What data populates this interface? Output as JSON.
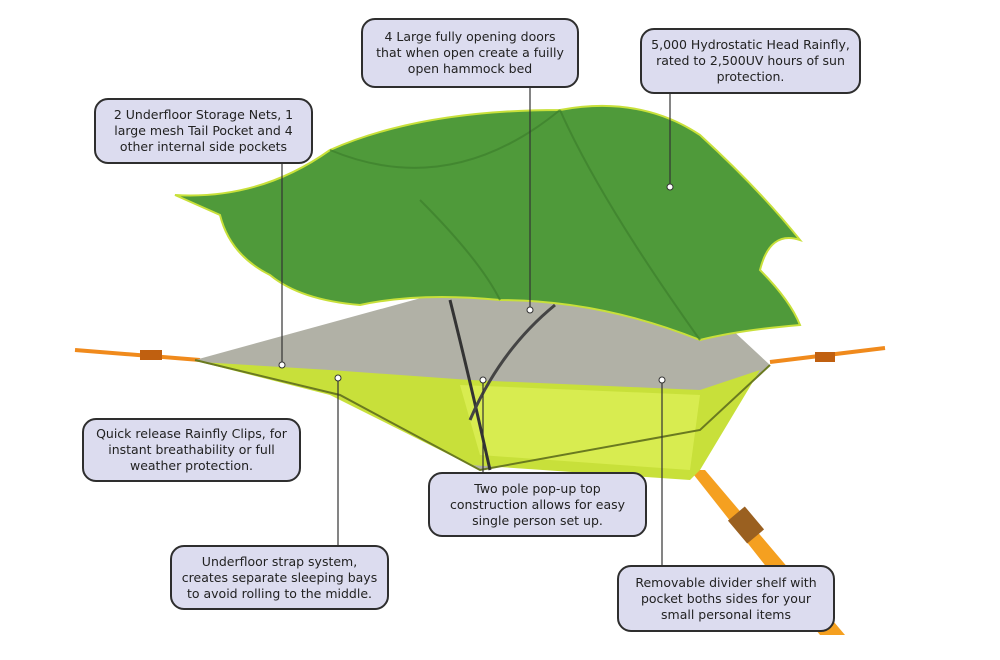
{
  "callouts": {
    "doors": "4 Large fully opening doors that when open create a fuilly open hammock bed",
    "rainfly": "5,000 Hydrostatic Head Rainfly, rated to 2,500UV hours of sun protection.",
    "storage": "2 Underfloor Storage Nets, 1 large mesh Tail Pocket and 4 other internal side pockets",
    "clips": "Quick release Rainfly Clips, for instant breathability or full weather protection.",
    "straps": "Underfloor strap system, creates separate sleeping bays to avoid rolling to the middle.",
    "poles": "Two pole pop-up top construction allows for easy single person set up.",
    "divider": "Removable divider shelf with pocket boths sides for your small personal items"
  },
  "colors": {
    "rainfly": "#4f9a3a",
    "floor": "#c8e03a",
    "mesh": "#9a9a90",
    "strap": "#f08a1c",
    "callout_fill": "#dcdcef"
  }
}
